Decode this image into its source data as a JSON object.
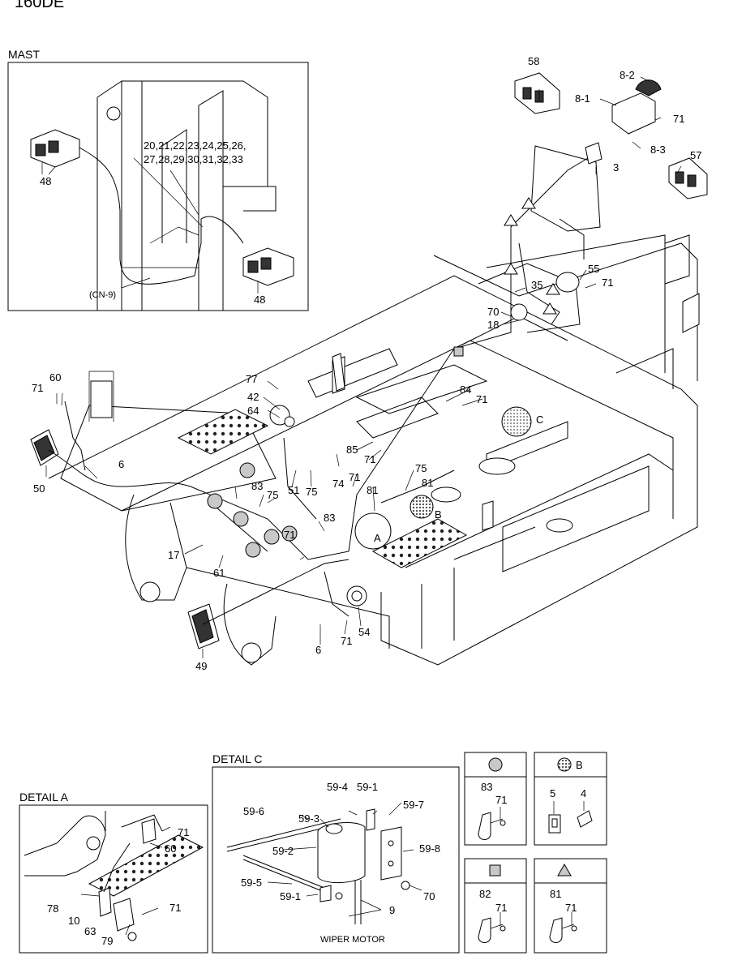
{
  "header": {
    "model": "160DE"
  },
  "sections": {
    "mast": "MAST",
    "detail_a": "DETAIL A",
    "detail_c": "DETAIL C"
  },
  "mast_labels": {
    "lamp_top": "48",
    "lamp_bottom": "48",
    "harness_line1": "20,21,22,23,24,25,26,",
    "harness_line2": "27,28,29,30,31,32,33",
    "connector": "(CN-9)"
  },
  "main_labels": {
    "p58": "58",
    "p8_2": "8-2",
    "p8_1": "8-1",
    "p71_a": "71",
    "p8_3": "8-3",
    "p57": "57",
    "p3": "3",
    "p55": "55",
    "p71_b": "71",
    "p35": "35",
    "p70": "70",
    "p18": "18",
    "p77": "77",
    "p42": "42",
    "p64": "64",
    "p84": "84",
    "p71_c": "71",
    "p71_d": "71",
    "p60": "60",
    "p6_a": "6",
    "p50": "50",
    "p85": "85",
    "p71_e": "71",
    "p71_f": "71",
    "p74": "74",
    "p51": "51",
    "p75_a": "75",
    "p75_b": "75",
    "p83_a": "83",
    "p75_c": "75",
    "p81": "81",
    "p81_b": "81",
    "p83_b": "83",
    "p71_g": "71",
    "p17": "17",
    "p61": "61",
    "p6_b": "6",
    "p71_h": "71",
    "p54": "54",
    "p49": "49",
    "circ_a": "A",
    "circ_b": "B",
    "circ_c": "C"
  },
  "detail_a_labels": {
    "p71_a": "71",
    "p60": "60",
    "p78": "78",
    "p10": "10",
    "p63": "63",
    "p71_b": "71",
    "p79": "79"
  },
  "detail_c_labels": {
    "p59_4": "59-4",
    "p59_1_top": "59-1",
    "p59_6": "59-6",
    "p59_3": "59-3",
    "p59_7": "59-7",
    "p59_2": "59-2",
    "p59_8": "59-8",
    "p59_5": "59-5",
    "p59_1_bottom": "59-1",
    "p70": "70",
    "p9": "9",
    "caption": "WIPER MOTOR"
  },
  "legend": [
    {
      "symbol": "gray-circle",
      "header": "",
      "parts": [
        "83",
        "71"
      ]
    },
    {
      "symbol": "dotted-circle",
      "header": "B",
      "parts": [
        "5",
        "4"
      ]
    },
    {
      "symbol": "gray-square",
      "header": "",
      "parts": [
        "82",
        "71"
      ]
    },
    {
      "symbol": "triangle",
      "header": "",
      "parts": [
        "81",
        "71"
      ]
    }
  ],
  "colors": {
    "line": "#000000",
    "fill_gray": "#c8c8c8",
    "background": "#ffffff"
  }
}
